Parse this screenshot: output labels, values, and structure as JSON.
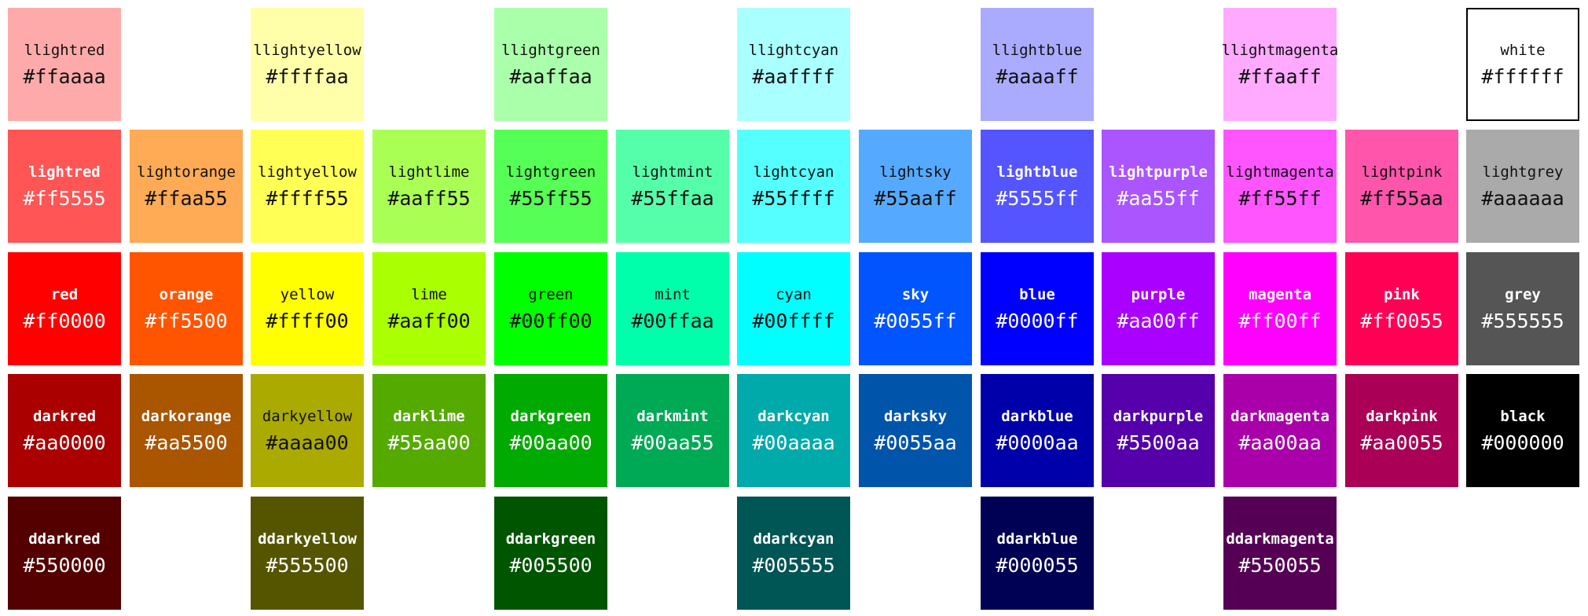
{
  "swatches": [
    {
      "name": "llightred",
      "hex": "#ffaaaa",
      "col": 0,
      "row": 0
    },
    {
      "name": "llightyellow",
      "hex": "#ffffaa",
      "col": 2,
      "row": 0
    },
    {
      "name": "llightgreen",
      "hex": "#aaffaa",
      "col": 4,
      "row": 0
    },
    {
      "name": "llightcyan",
      "hex": "#aaffff",
      "col": 6,
      "row": 0
    },
    {
      "name": "llightblue",
      "hex": "#aaaaff",
      "col": 8,
      "row": 0
    },
    {
      "name": "llightmagenta",
      "hex": "#ffaaff",
      "col": 10,
      "row": 0
    },
    {
      "name": "white",
      "hex": "#ffffff",
      "col": 12,
      "row": 0
    },
    {
      "name": "lightred",
      "hex": "#ff5555",
      "col": 0,
      "row": 1
    },
    {
      "name": "lightorange",
      "hex": "#ffaa55",
      "col": 1,
      "row": 1
    },
    {
      "name": "lightyellow",
      "hex": "#ffff55",
      "col": 2,
      "row": 1
    },
    {
      "name": "lightlime",
      "hex": "#aaff55",
      "col": 3,
      "row": 1
    },
    {
      "name": "lightgreen",
      "hex": "#55ff55",
      "col": 4,
      "row": 1
    },
    {
      "name": "lightmint",
      "hex": "#55ffaa",
      "col": 5,
      "row": 1
    },
    {
      "name": "lightcyan",
      "hex": "#55ffff",
      "col": 6,
      "row": 1
    },
    {
      "name": "lightsky",
      "hex": "#55aaff",
      "col": 7,
      "row": 1
    },
    {
      "name": "lightblue",
      "hex": "#5555ff",
      "col": 8,
      "row": 1
    },
    {
      "name": "lightpurple",
      "hex": "#aa55ff",
      "col": 9,
      "row": 1
    },
    {
      "name": "lightmagenta",
      "hex": "#ff55ff",
      "col": 10,
      "row": 1
    },
    {
      "name": "lightpink",
      "hex": "#ff55aa",
      "col": 11,
      "row": 1
    },
    {
      "name": "lightgrey",
      "hex": "#aaaaaa",
      "col": 12,
      "row": 1
    },
    {
      "name": "red",
      "hex": "#ff0000",
      "col": 0,
      "row": 2
    },
    {
      "name": "orange",
      "hex": "#ff5500",
      "col": 1,
      "row": 2
    },
    {
      "name": "yellow",
      "hex": "#ffff00",
      "col": 2,
      "row": 2
    },
    {
      "name": "lime",
      "hex": "#aaff00",
      "col": 3,
      "row": 2
    },
    {
      "name": "green",
      "hex": "#00ff00",
      "col": 4,
      "row": 2
    },
    {
      "name": "mint",
      "hex": "#00ffaa",
      "col": 5,
      "row": 2
    },
    {
      "name": "cyan",
      "hex": "#00ffff",
      "col": 6,
      "row": 2
    },
    {
      "name": "sky",
      "hex": "#0055ff",
      "col": 7,
      "row": 2
    },
    {
      "name": "blue",
      "hex": "#0000ff",
      "col": 8,
      "row": 2
    },
    {
      "name": "purple",
      "hex": "#aa00ff",
      "col": 9,
      "row": 2
    },
    {
      "name": "magenta",
      "hex": "#ff00ff",
      "col": 10,
      "row": 2
    },
    {
      "name": "pink",
      "hex": "#ff0055",
      "col": 11,
      "row": 2
    },
    {
      "name": "grey",
      "hex": "#555555",
      "col": 12,
      "row": 2
    },
    {
      "name": "darkred",
      "hex": "#aa0000",
      "col": 0,
      "row": 3
    },
    {
      "name": "darkorange",
      "hex": "#aa5500",
      "col": 1,
      "row": 3
    },
    {
      "name": "darkyellow",
      "hex": "#aaaa00",
      "col": 2,
      "row": 3
    },
    {
      "name": "darklime",
      "hex": "#55aa00",
      "col": 3,
      "row": 3
    },
    {
      "name": "darkgreen",
      "hex": "#00aa00",
      "col": 4,
      "row": 3
    },
    {
      "name": "darkmint",
      "hex": "#00aa55",
      "col": 5,
      "row": 3
    },
    {
      "name": "darkcyan",
      "hex": "#00aaaa",
      "col": 6,
      "row": 3
    },
    {
      "name": "darksky",
      "hex": "#0055aa",
      "col": 7,
      "row": 3
    },
    {
      "name": "darkblue",
      "hex": "#0000aa",
      "col": 8,
      "row": 3
    },
    {
      "name": "darkpurple",
      "hex": "#5500aa",
      "col": 9,
      "row": 3
    },
    {
      "name": "darkmagenta",
      "hex": "#aa00aa",
      "col": 10,
      "row": 3
    },
    {
      "name": "darkpink",
      "hex": "#aa0055",
      "col": 11,
      "row": 3
    },
    {
      "name": "black",
      "hex": "#000000",
      "col": 12,
      "row": 3
    },
    {
      "name": "ddarkred",
      "hex": "#550000",
      "col": 0,
      "row": 4
    },
    {
      "name": "ddarkyellow",
      "hex": "#555500",
      "col": 2,
      "row": 4
    },
    {
      "name": "ddarkgreen",
      "hex": "#005500",
      "col": 4,
      "row": 4
    },
    {
      "name": "ddarkcyan",
      "hex": "#005555",
      "col": 6,
      "row": 4
    },
    {
      "name": "ddarkblue",
      "hex": "#000055",
      "col": 8,
      "row": 4
    },
    {
      "name": "ddarkmagenta",
      "hex": "#550055",
      "col": 10,
      "row": 4
    }
  ]
}
